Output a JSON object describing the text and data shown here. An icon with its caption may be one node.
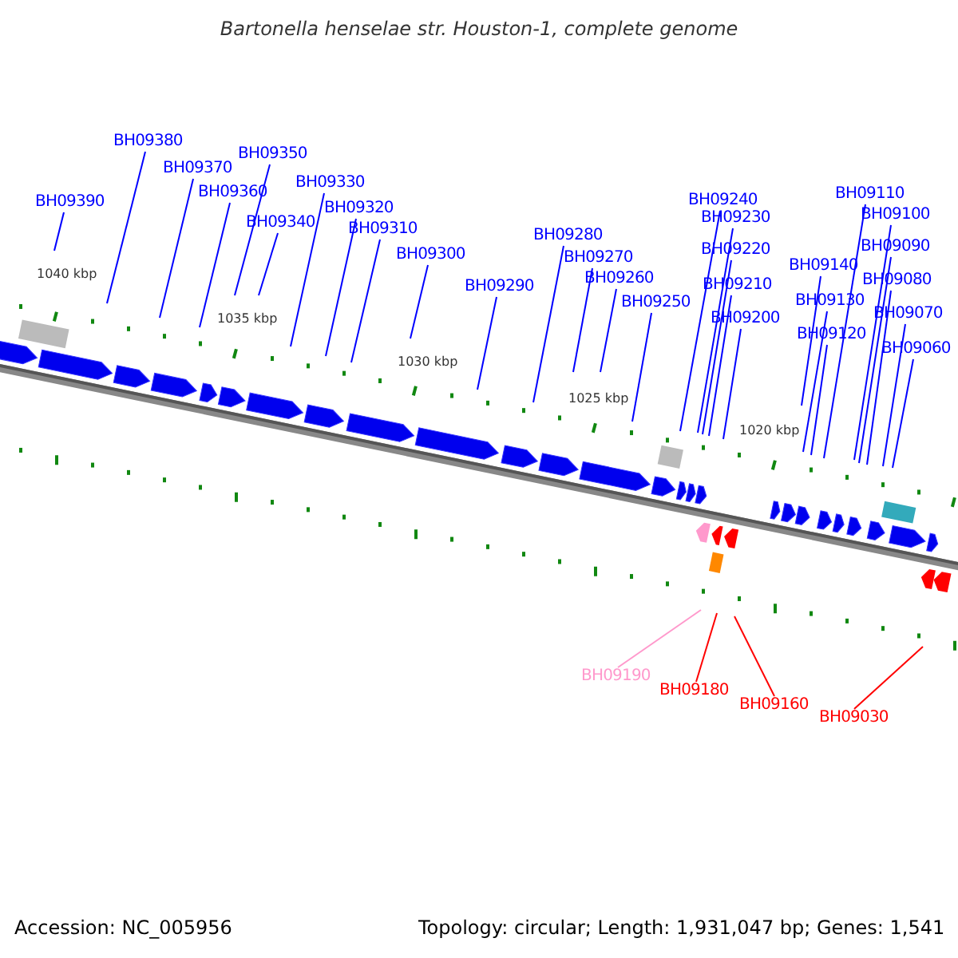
{
  "diagram": {
    "title": "Bartonella henselae str. Houston-1, complete genome",
    "nodes": [
      {
        "text": [
          "BH09390"
        ]
      },
      {
        "text": [
          "BH09380"
        ]
      },
      {
        "text": [
          "BH09370"
        ]
      },
      {
        "text": [
          "BH09360"
        ]
      },
      {
        "text": [
          "BH09350"
        ]
      },
      {
        "text": [
          "BH09340"
        ]
      },
      {
        "text": [
          "BH09330"
        ]
      },
      {
        "text": [
          "BH09320"
        ]
      },
      {
        "text": [
          "BH09310"
        ]
      },
      {
        "text": [
          "BH09300"
        ]
      },
      {
        "text": [
          "BH09290"
        ]
      },
      {
        "text": [
          "BH09280"
        ]
      },
      {
        "text": [
          "BH09270"
        ]
      },
      {
        "text": [
          "BH09260"
        ]
      },
      {
        "text": [
          "BH09250"
        ]
      },
      {
        "text": [
          "BH09240"
        ]
      },
      {
        "text": [
          "BH09230"
        ]
      },
      {
        "text": [
          "BH09220"
        ]
      },
      {
        "text": [
          "BH09210"
        ]
      },
      {
        "text": [
          "BH09200"
        ]
      },
      {
        "text": [
          "BH09140"
        ]
      },
      {
        "text": [
          "BH09130"
        ]
      },
      {
        "text": [
          "BH09120"
        ]
      },
      {
        "text": [
          "BH09110"
        ]
      },
      {
        "text": [
          "BH09100"
        ]
      },
      {
        "text": [
          "BH09090"
        ]
      },
      {
        "text": [
          "BH09080"
        ]
      },
      {
        "text": [
          "BH09070"
        ]
      },
      {
        "text": [
          "BH09060"
        ]
      },
      {
        "text": [
          "BH09190"
        ]
      },
      {
        "text": [
          "BH09180"
        ]
      },
      {
        "text": [
          "BH09160"
        ]
      },
      {
        "text": [
          "BH09030"
        ]
      }
    ],
    "edges": [
      {
        "from": 0,
        "to": null,
        "arrow": "none"
      },
      {
        "from": 1,
        "to": null,
        "arrow": "none"
      },
      {
        "from": 2,
        "to": null,
        "arrow": "none"
      },
      {
        "from": 3,
        "to": null,
        "arrow": "none"
      },
      {
        "from": 4,
        "to": null,
        "arrow": "none"
      },
      {
        "from": 5,
        "to": null,
        "arrow": "none"
      },
      {
        "from": 6,
        "to": null,
        "arrow": "none"
      },
      {
        "from": 7,
        "to": null,
        "arrow": "none"
      },
      {
        "from": 8,
        "to": null,
        "arrow": "none"
      },
      {
        "from": 9,
        "to": null,
        "arrow": "none"
      },
      {
        "from": 10,
        "to": null,
        "arrow": "none"
      },
      {
        "from": 11,
        "to": null,
        "arrow": "none"
      },
      {
        "from": 12,
        "to": null,
        "arrow": "none"
      },
      {
        "from": 13,
        "to": null,
        "arrow": "none"
      },
      {
        "from": 14,
        "to": null,
        "arrow": "none"
      },
      {
        "from": 15,
        "to": null,
        "arrow": "none"
      },
      {
        "from": 16,
        "to": null,
        "arrow": "none"
      },
      {
        "from": 17,
        "to": null,
        "arrow": "none"
      },
      {
        "from": 18,
        "to": null,
        "arrow": "none"
      },
      {
        "from": 19,
        "to": null,
        "arrow": "none"
      },
      {
        "from": 20,
        "to": null,
        "arrow": "none"
      },
      {
        "from": 21,
        "to": null,
        "arrow": "none"
      },
      {
        "from": 22,
        "to": null,
        "arrow": "none"
      },
      {
        "from": 23,
        "to": null,
        "arrow": "none"
      },
      {
        "from": 24,
        "to": null,
        "arrow": "none"
      },
      {
        "from": 25,
        "to": null,
        "arrow": "none"
      },
      {
        "from": 26,
        "to": null,
        "arrow": "none"
      },
      {
        "from": 27,
        "to": null,
        "arrow": "none"
      },
      {
        "from": 28,
        "to": null,
        "arrow": "none"
      },
      {
        "from": 29,
        "to": null,
        "arrow": "none",
        "color": "#ff99cc"
      },
      {
        "from": 30,
        "to": null,
        "arrow": "none",
        "color": "#ff0000"
      },
      {
        "from": 31,
        "to": null,
        "arrow": "none",
        "color": "#ff0000"
      },
      {
        "from": 32,
        "to": null,
        "arrow": "none",
        "color": "#ff0000"
      }
    ],
    "labels": [
      "1040 kbp",
      "1035 kbp",
      "1030 kbp",
      "1025 kbp",
      "1020 kbp",
      "Accession: NC_005956",
      "Topology: circular; Length: 1,931,047 bp; Genes: 1,541"
    ]
  }
}
